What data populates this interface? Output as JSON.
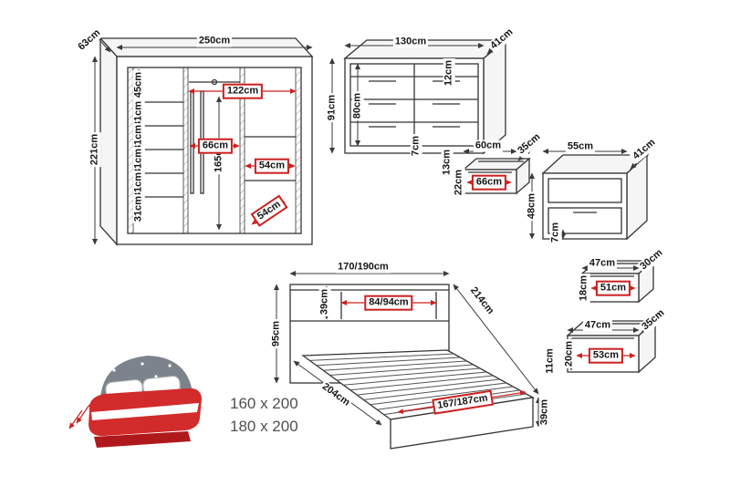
{
  "product_sizes": {
    "line1": "160 x 200",
    "line2": "180 x 200"
  },
  "dims": {
    "wardrobe": {
      "depth": "63cm",
      "width": "250cm",
      "height": "221cm",
      "top_shelf": "45cm",
      "shelf_1": "31cm",
      "shelf_2": "31cm",
      "shelf_3": "31cm",
      "shelf_4": "31cm",
      "shelf_5": "31cm",
      "hanging_height": "165cm",
      "inner_width": "122cm",
      "middle_width": "66cm",
      "right_width": "54cm",
      "inner_depth": "54cm"
    },
    "dresser": {
      "width": "130cm",
      "depth": "41cm",
      "height": "91cm",
      "inner_height": "80cm",
      "top_drawer_height": "12cm",
      "plinth_height": "7cm",
      "clearance": "13cm"
    },
    "dresser_drawer": {
      "width": "60cm",
      "depth": "35cm",
      "height": "22cm",
      "inner_width": "66cm"
    },
    "nightstand": {
      "width": "55cm",
      "depth": "41cm",
      "height": "48cm",
      "plinth_height": "7cm"
    },
    "drawer_small": {
      "width": "47cm",
      "depth": "30cm",
      "height": "18cm",
      "inner_width": "51cm"
    },
    "drawer_large": {
      "width": "47cm",
      "depth": "35cm",
      "height": "20cm",
      "inner_width": "53cm",
      "side_height": "11cm"
    },
    "bed": {
      "width": "170/190cm",
      "length": "214cm",
      "headboard_shelf_height": "39cm",
      "headboard_inner_width": "84/94cm",
      "height": "95cm",
      "base_length": "204cm",
      "inner_width": "167/187cm",
      "footboard_height": "39cm"
    }
  },
  "colors": {
    "outline": "#333333",
    "dimension": "#3a3a3a",
    "accent_red": "#cc1f1f",
    "label_text": "#161616",
    "size_text": "#4f4f4f"
  }
}
